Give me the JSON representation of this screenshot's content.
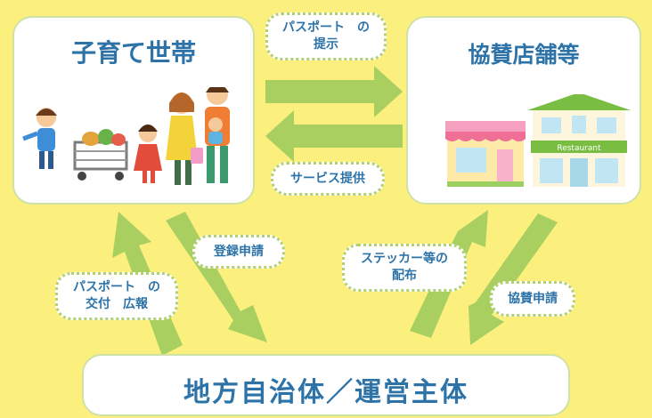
{
  "colors": {
    "background": "#fbf07e",
    "arrow": "#a9cf61",
    "title_text": "#2d73a8",
    "bubble_border": "#b2cf72",
    "box_border": "#cfe2a6"
  },
  "nodes": {
    "family": "子育て世帯",
    "shops": "協賛店舗等",
    "government": "地方自治体／運営主体"
  },
  "labels": {
    "passport_present_line1": "パスポート　の",
    "passport_present_line2": "提示",
    "service": "サービス提供",
    "registration": "登録申請",
    "passport_issue_line1": "パスポート　の",
    "passport_issue_line2": "交付　広報",
    "sticker_line1": "ステッカー等の",
    "sticker_line2": "配布",
    "sponsor_apply": "協賛申請"
  },
  "illustrations": {
    "family": "family-with-shopping-cart-illustration",
    "shops": "shop-and-restaurant-buildings-illustration",
    "restaurant_sign": "Restaurant"
  }
}
